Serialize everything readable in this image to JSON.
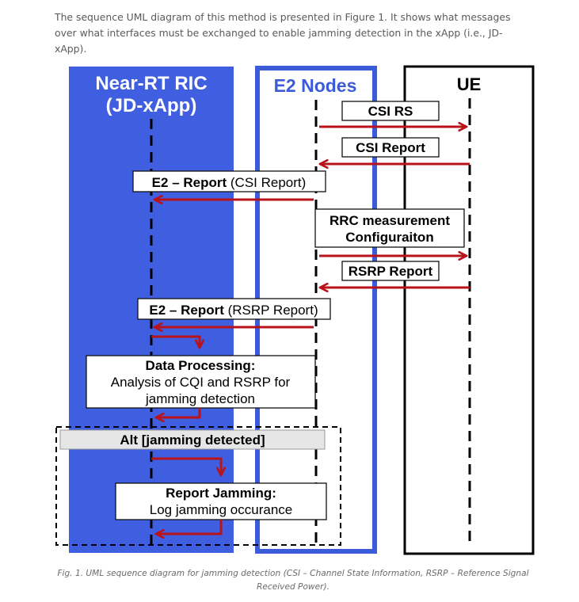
{
  "intro_text": "The sequence UML diagram of this method is presented in Figure 1. It shows what messages over what interfaces must be exchanged to enable jamming detection in the xApp (i.e., JD-xApp).",
  "caption_text": "Fig. 1. UML sequence diagram for jamming detection (CSI – Channel State Information, RSRP – Reference Signal Received Power).",
  "lifelines": {
    "ric_line1": "Near-RT RIC",
    "ric_line2": "(JD-xApp)",
    "e2": "E2 Nodes",
    "ue": "UE"
  },
  "messages": {
    "csi_rs": "CSI RS",
    "csi_report": "CSI Report",
    "e2_report_1_bold": "E2 – Report",
    "e2_report_1_paren": "(CSI Report)",
    "rrc_line1": "RRC measurement",
    "rrc_line2": "Configuraiton",
    "rsrp_report": "RSRP Report",
    "e2_report_2_bold": "E2 – Report",
    "e2_report_2_paren": "(RSRP Report)"
  },
  "processing": {
    "title": "Data Processing:",
    "line2": "Analysis of CQI and RSRP for",
    "line3": "jamming detection"
  },
  "alt": {
    "keyword": "Alt",
    "condition": "[jamming detected]"
  },
  "report_jamming": {
    "title": "Report Jamming:",
    "line2": "Log jamming occurance"
  },
  "colors": {
    "ric_blue": "#3f5fe0",
    "e2_blue": "#3b5bd9",
    "arrow_red": "#b8121a",
    "box_border": "#111111",
    "alt_fill": "#e6e6e6"
  }
}
